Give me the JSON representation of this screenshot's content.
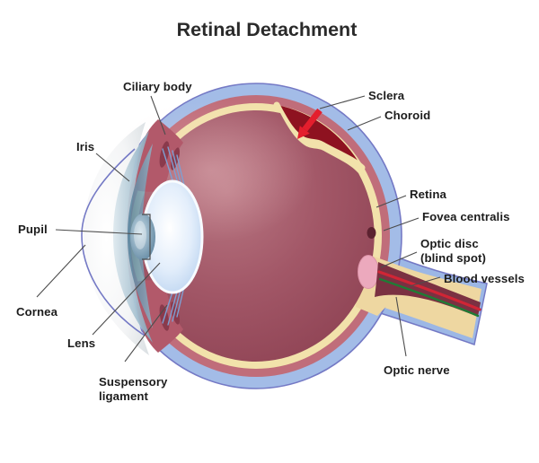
{
  "title": "Retinal Detachment",
  "labels": {
    "ciliary_body": "Ciliary body",
    "sclera": "Sclera",
    "choroid": "Choroid",
    "iris": "Iris",
    "retina": "Retina",
    "fovea_centralis": "Fovea centralis",
    "pupil": "Pupil",
    "optic_disc": [
      "Optic disc",
      "(blind spot)"
    ],
    "blood_vessels": "Blood vessels",
    "cornea": "Cornea",
    "lens": "Lens",
    "suspensory_ligament": [
      "Suspensory",
      "ligament"
    ],
    "optic_nerve": "Optic nerve"
  },
  "colors": {
    "background": "#ffffff",
    "outline_blue": "#7479c5",
    "sclera_blue": "#a3bce7",
    "choroid_pink": "#c06d7a",
    "retina_cream": "#f2e2ab",
    "vitreous_rose": "#a25767",
    "detachment_dark_red": "#8e1220",
    "arrow_red": "#e41e2d",
    "optic_disc_pink": "#eca9bd",
    "optic_nerve_tan": "#eed7a1",
    "vessel_red": "#d02535",
    "vessel_green": "#1f7c35",
    "lens_blue": "#dcebfb",
    "iris_steel_blue": "#6f95ad",
    "label_text": "#1c1c1c"
  }
}
